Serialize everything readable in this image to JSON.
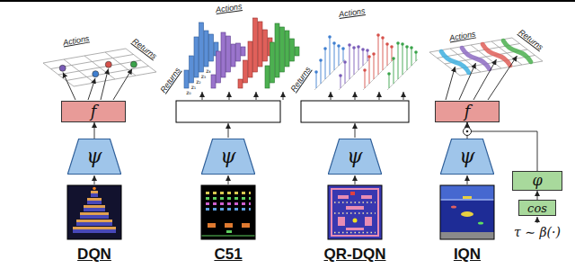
{
  "diagram": {
    "nodes": [
      {
        "text": [
          "f"
        ]
      },
      {
        "text": [
          "ψ"
        ]
      },
      {
        "text": [
          "ψ"
        ]
      },
      {
        "text": [
          "ψ"
        ]
      },
      {
        "text": [
          "f"
        ]
      },
      {
        "text": [
          "ψ"
        ]
      },
      {
        "text": [
          "φ"
        ]
      },
      {
        "text": [
          "cos"
        ]
      }
    ],
    "edges": [
      {
        "from": 1,
        "to": 0,
        "arrow": "to"
      },
      {
        "from": 5,
        "to": 4,
        "arrow": "to"
      },
      {
        "from": 6,
        "to": 4,
        "arrow": "to"
      },
      {
        "from": 7,
        "to": 6,
        "arrow": "to"
      }
    ],
    "labels": [
      "Actions",
      "Returns",
      "Actions",
      "Returns",
      "z₀",
      "z₁",
      "z₂",
      "z₃",
      "z₄",
      "Actions",
      "Returns",
      "Actions",
      "Returns",
      "τ ∼ β(·)",
      "DQN",
      "C51",
      "QR-DQN",
      "IQN"
    ]
  }
}
